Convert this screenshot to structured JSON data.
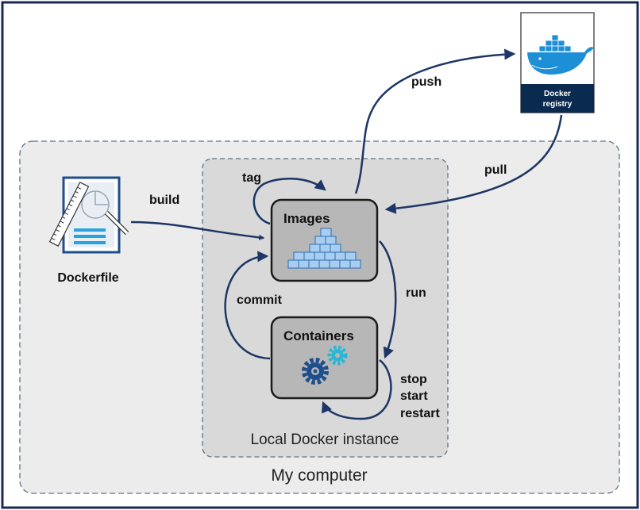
{
  "diagram": {
    "my_computer_label": "My computer",
    "local_instance_label": "Local Docker instance",
    "dockerfile_label": "Dockerfile",
    "images_label": "Images",
    "containers_label": "Containers",
    "registry_label_line1": "Docker",
    "registry_label_line2": "registry",
    "edges": {
      "build": "build",
      "tag": "tag",
      "push": "push",
      "pull": "pull",
      "run": "run",
      "commit": "commit",
      "stop": "stop",
      "start": "start",
      "restart": "restart"
    }
  },
  "colors": {
    "frame": "#1b2a52",
    "arrow": "#1c3665",
    "outer_region": "#ececec",
    "inner_region": "#d9d9d9",
    "node_fill": "#b7b7b7",
    "node_border": "#1a1a1a",
    "registry_band": "#0b2a4f",
    "docker_blue": "#1d8fd6",
    "cube_blue": "#5b9bd5",
    "gear_dark": "#1f4e8c",
    "gear_light": "#2ab7d5"
  },
  "icons": {
    "dockerfile": "blueprint-ruler-icon",
    "images": "stacked-cubes-icon",
    "containers": "gears-icon",
    "registry": "docker-whale-icon"
  }
}
